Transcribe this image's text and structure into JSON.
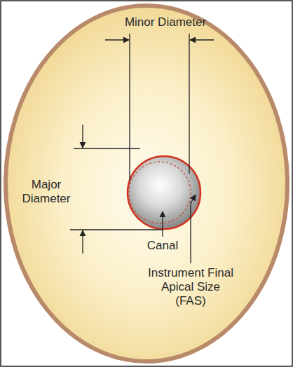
{
  "diagram": {
    "labels": [
      "Minor Diameter",
      "Major Diameter",
      "Canal",
      "Instrument Final Apical Size (FAS)"
    ]
  }
}
